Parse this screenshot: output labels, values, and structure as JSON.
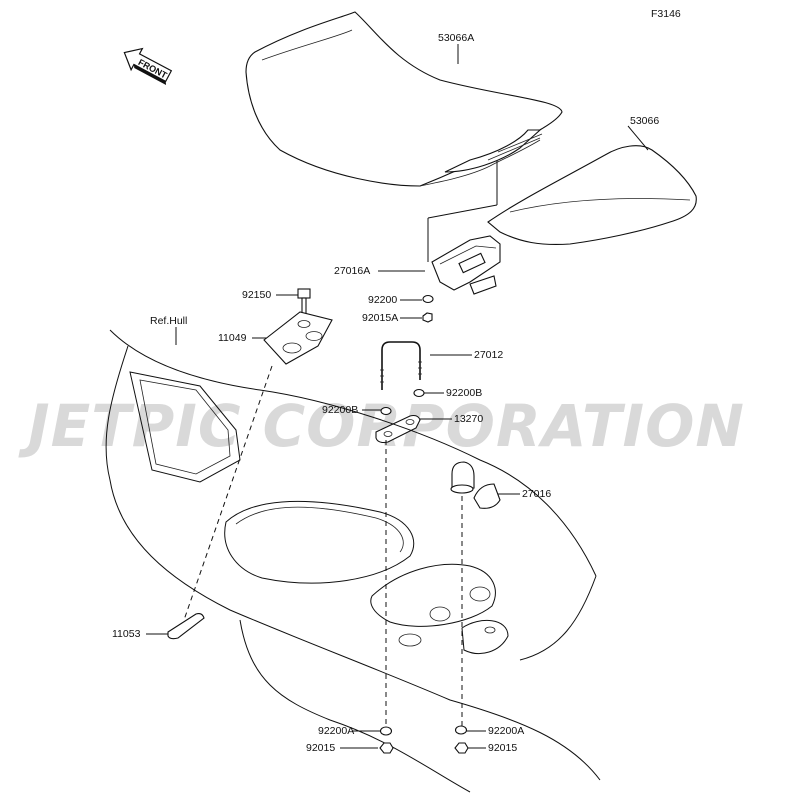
{
  "diagram": {
    "figure_code": "F3146",
    "direction_arrow": "FRONT",
    "reference_label": "Ref.Hull",
    "watermark": "JETPIC CORPORATION",
    "callouts": [
      "53066A",
      "53066",
      "27016A",
      "92200",
      "92015A",
      "92150",
      "11049",
      "27012",
      "92200B",
      "92200B",
      "13270",
      "27016",
      "11053",
      "92200A",
      "92015",
      "92200A",
      "92015"
    ],
    "colors": {
      "line": "#111111",
      "watermark": "#d9d9d9",
      "background": "#ffffff"
    }
  }
}
